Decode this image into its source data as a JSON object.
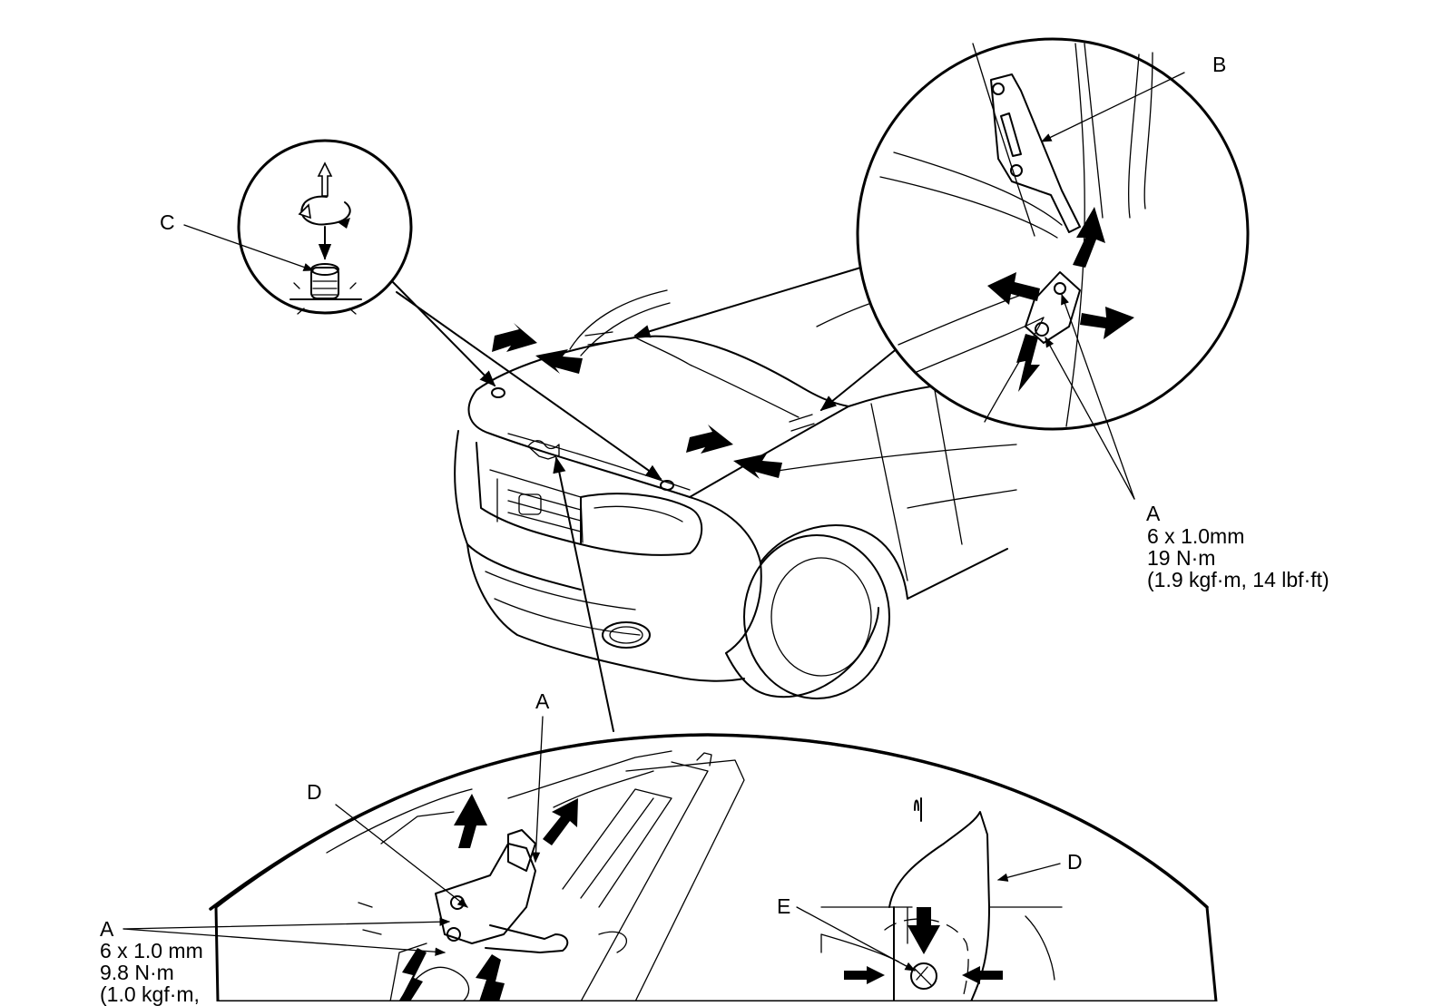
{
  "labels": {
    "b": "B",
    "c": "C",
    "a_hood_hinge": "A",
    "a_bottom_center": "A",
    "d_left": "D",
    "d_right": "D",
    "e": "E",
    "a_bottom_left": "A"
  },
  "specs": {
    "hinge_bolt": [
      "6 x 1.0mm",
      "19 N·m",
      "(1.9 kgf·m, 14 lbf·ft)"
    ],
    "latch_bolt": [
      "6 x 1.0 mm",
      "9.8 N·m",
      "(1.0 kgf·m,"
    ]
  }
}
